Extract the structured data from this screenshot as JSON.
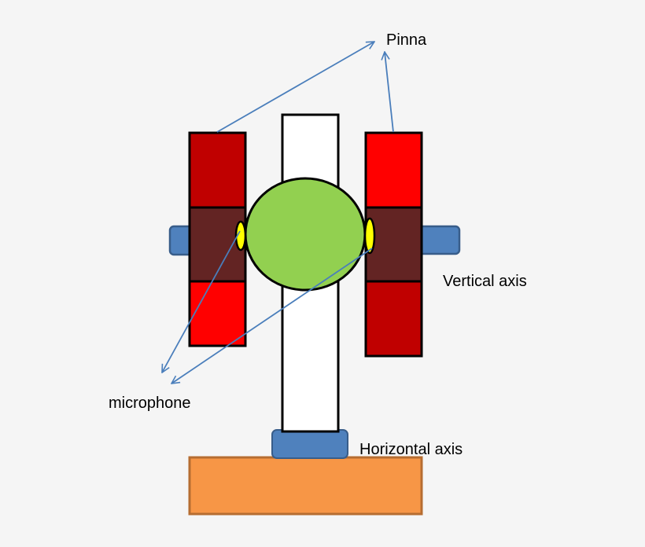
{
  "labels": {
    "pinna": "Pinna",
    "vertical_axis": "Vertical axis",
    "microphone": "microphone",
    "horizontal_axis": "Horizontal axis"
  },
  "colors": {
    "background": "#f5f5f5",
    "pinna_dark_red": "#c00000",
    "pinna_bright_red": "#ff0000",
    "pinna_mid_brown": "#632423",
    "head_green": "#92d050",
    "microphone_yellow": "#ffff00",
    "axis_blue": "#4f81bd",
    "base_orange": "#f79646",
    "base_border": "#b66d31",
    "arrow_blue": "#4a7ebb",
    "outline": "#000000"
  },
  "icons": {
    "arrowhead": "open-arrowhead-icon"
  }
}
